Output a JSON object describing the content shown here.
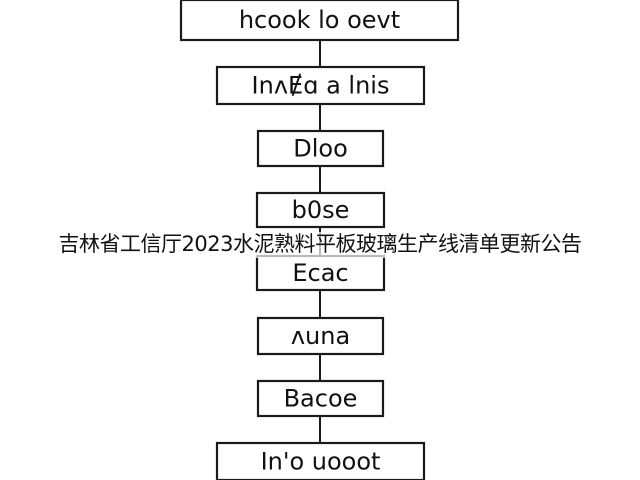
{
  "diagram": {
    "nodes": [
      {
        "id": "n1",
        "label": "hcook lo oevt"
      },
      {
        "id": "n2",
        "label": "InʌɆɑ a lnis"
      },
      {
        "id": "n3",
        "label": "Dloo"
      },
      {
        "id": "n4",
        "label": "b0se"
      },
      {
        "id": "n5",
        "label": "Ecac"
      },
      {
        "id": "n6",
        "label": "ʌuna"
      },
      {
        "id": "n7",
        "label": "Bacoe"
      },
      {
        "id": "n8",
        "label": "In'o uooot"
      }
    ],
    "edges": [
      [
        "n1",
        "n2"
      ],
      [
        "n2",
        "n3"
      ],
      [
        "n3",
        "n4"
      ],
      [
        "n4",
        "n5"
      ],
      [
        "n5",
        "n6"
      ],
      [
        "n6",
        "n7"
      ],
      [
        "n7",
        "n8"
      ]
    ]
  },
  "overlay": {
    "caption": "吉林省工信厅2023水泥熟料平板玻璃生产线清单更新公告"
  },
  "colors": {
    "stroke": "#1a1a1a",
    "text": "#111111",
    "background": "#ffffff"
  }
}
